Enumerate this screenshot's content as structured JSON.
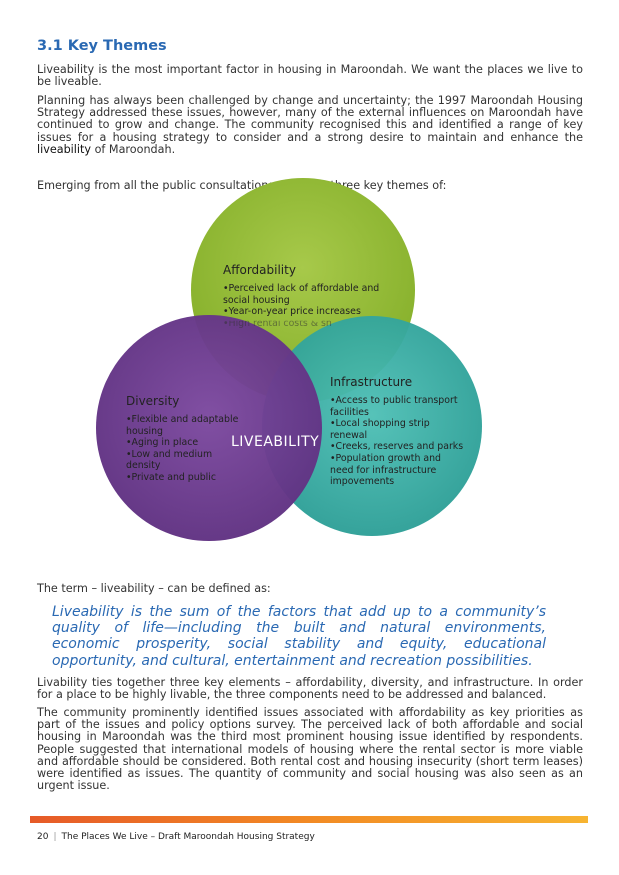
{
  "heading": "3.1 Key Themes",
  "paragraphs": {
    "p1": "Liveability is the most important factor in housing in Maroondah. We want the places we live to be liveable.",
    "p2_start": "Planning has always been challenged by change and uncertainty; the 1997 Maroondah Housing Strategy addressed these issues, however, many of the external influences on Maroondah have continued to grow and change. The community recognised this and identified a range of key issues for a housing strategy to consider and a strong desire to maintain and enhance the ",
    "p2_bold": "liveability",
    "p2_end": " of Maroondah.",
    "p3": "Emerging from all the public consultations were the three key themes of:",
    "p4": "The term – liveability – can be defined as:",
    "p5": "Livability ties together three key elements – affordability, diversity, and infrastructure. In order for a place to be highly livable, the three components need to be addressed and balanced.",
    "p6": "The community prominently identified issues associated with affordability as key priorities as part of the issues and policy options survey. The perceived lack of both affordable and social housing in Maroondah was the third most prominent housing issue identified by respondents. People suggested that international models of housing where the rental sector is more viable and affordable should be considered. Both rental cost and housing insecurity (short term leases) were identified as issues. The quantity of community and social housing was also seen as an urgent issue."
  },
  "quote": "Liveability is the sum of the factors that add up to a community’s quality of life—including the built and natural environments, economic prosperity, social stability and equity, educational opportunity, and cultural, entertainment and recreation possibilities.",
  "venn": {
    "center": "LIVEABILITY",
    "affordability": {
      "title": "Affordability",
      "items": [
        "•Perceived lack of affordable and social housing",
        "•Year-on-year price increases",
        "•High rental costs & sh"
      ]
    },
    "diversity": {
      "title": "Diversity",
      "items": [
        "•Flexible and adaptable housing",
        "•Aging in place",
        "•Low and medium density",
        "•Private and public"
      ]
    },
    "infrastructure": {
      "title": "Infrastructure",
      "items": [
        "•Access to public transport facilities",
        "•Local shopping strip renewal",
        "•Creeks, reserves and parks",
        "•Population growth and need for infrastructure impovements"
      ]
    },
    "colors": {
      "affordability": "#8db62f",
      "diversity": "#6a3a8c",
      "infrastructure": "#2fa8a0"
    }
  },
  "footer": {
    "page": "20",
    "separator": "|",
    "title": "The Places We Live – Draft Maroondah Housing Strategy"
  }
}
